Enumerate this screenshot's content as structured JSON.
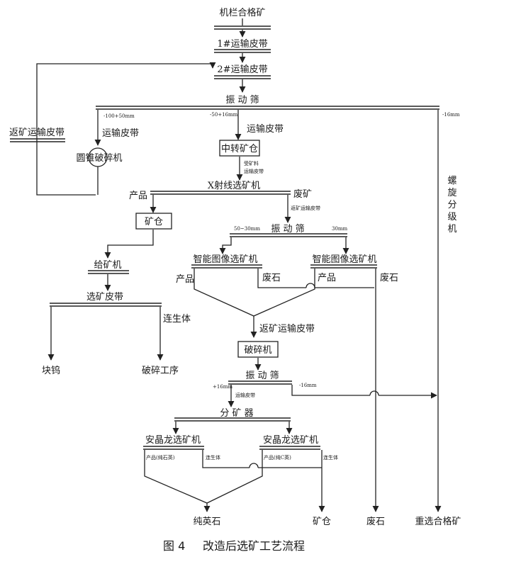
{
  "top_partial_text": "",
  "nodes": {
    "raw_ore": "机栏合格矿",
    "belt1": "1#运输皮带",
    "belt2": "2#运输皮带",
    "screen1": "振 动 筛",
    "return_belt": "返矿运输皮带",
    "transport_belt_left": "运输皮带",
    "cone_crusher": "圆锥破碎机",
    "transport_belt_mid": "运输皮带",
    "transfer_bin": "中转矿仓",
    "small_note_line1": "受矿料",
    "small_note_line2": "运输皮带",
    "xray_sorter": "X射线选矿机",
    "product_left": "产品",
    "waste_ore": "废矿",
    "return_belt_small": "返矿运输皮带",
    "ore_bin": "矿仓",
    "screen2": "振 动 筛",
    "smart_sorter_left": "智能图像选矿机",
    "smart_sorter_right": "智能图像选矿机",
    "product_a": "产品",
    "waste_rock_a": "废石",
    "product_b": "产品",
    "waste_rock_b": "废石",
    "feeder": "给矿机",
    "sorting_belt": "选矿皮带",
    "intergrowth_left": "连生体",
    "lump_tungsten": "块钨",
    "crushing_process": "破碎工序",
    "return_belt_lower": "返矿运输皮带",
    "crusher": "破碎机",
    "screen3": "振 动 筛",
    "transport_belt_small": "运输皮带",
    "splitter": "分 矿 器",
    "anjinglong_left": "安晶龙选矿机",
    "anjinglong_right": "安晶龙选矿机",
    "product_pure_quartz": "产品(纯石英)",
    "intergrowth_a": "连生体",
    "product_pure_cw": "产品(纯C英)",
    "intergrowth_b": "连生体",
    "pure_quartz": "纯英石",
    "ore_bin_bottom": "矿仓",
    "waste_rock_bottom": "废石",
    "gravity_ore": "重选合格矿",
    "spiral_classifier": "螺旋分级机"
  },
  "sizes": {
    "s1_left": "-100+50mm",
    "s1_mid": "-50+16mm",
    "s1_right": "-16mm",
    "s2_left": "50~30mm",
    "s2_right": "30mm",
    "s3_left": "+16mm",
    "s3_right": "-16mm"
  },
  "caption": {
    "fig": "图 4",
    "title": "改造后选矿工艺流程"
  }
}
